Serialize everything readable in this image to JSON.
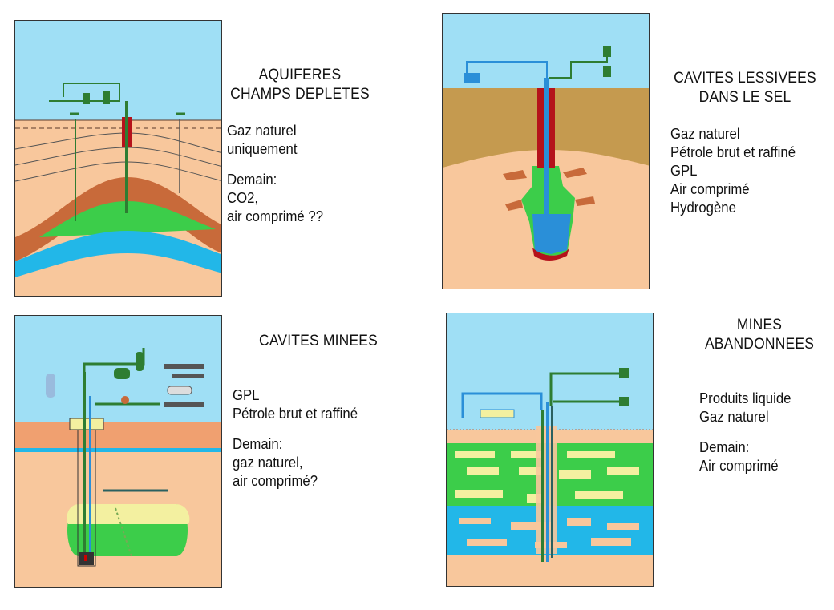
{
  "colors": {
    "sky": "#9fdff5",
    "soil": "#f8c79c",
    "clay": "#c86a3a",
    "pipe": "#2e7d32",
    "gas_zone": "#3ccd4a",
    "water": "#22b7e8",
    "salt_layer": "#c59a4f",
    "brine": "#2a8fd8",
    "lpg_yellow": "#f3f0a0"
  },
  "panels": {
    "aquiferes": {
      "title_lines": [
        "AQUIFERES",
        "CHAMPS DEPLETES"
      ],
      "text_lines": [
        "Gaz naturel",
        "uniquement",
        "",
        "Demain:",
        "CO2,",
        "air comprimé ??"
      ]
    },
    "cavites_lessivees": {
      "title_lines": [
        "CAVITES LESSIVEES",
        "DANS LE SEL"
      ],
      "text_lines": [
        "Gaz naturel",
        "Pétrole brut et raffiné",
        "GPL",
        "Air comprimé",
        "Hydrogène"
      ]
    },
    "cavites_minees": {
      "title_lines": [
        "CAVITES MINEES"
      ],
      "text_lines": [
        "GPL",
        "Pétrole brut et raffiné",
        "",
        "Demain:",
        "gaz naturel,",
        "air comprimé?"
      ]
    },
    "mines_abandonnees": {
      "title_lines": [
        "MINES",
        "ABANDONNEES"
      ],
      "text_lines": [
        "Produits liquide",
        "Gaz naturel",
        "",
        "Demain:",
        "Air comprimé"
      ]
    }
  }
}
